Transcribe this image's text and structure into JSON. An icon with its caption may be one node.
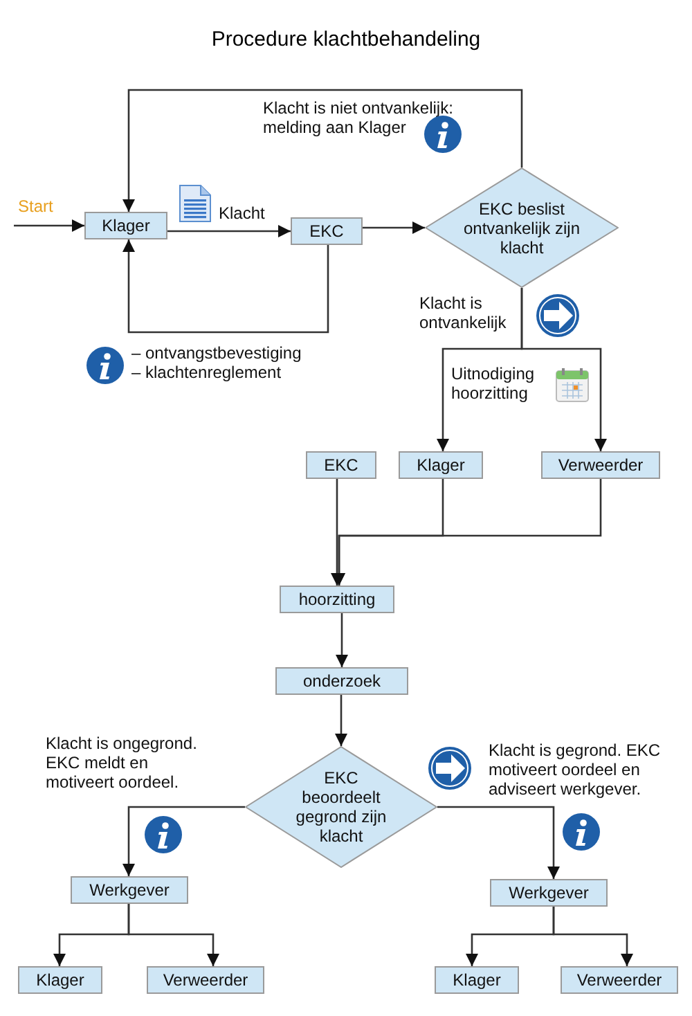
{
  "diagram": {
    "title": "Procedure klachtbehandeling",
    "nodes": [
      {
        "text": [
          "Klager"
        ]
      },
      {
        "text": [
          "EKC"
        ]
      },
      {
        "text": [
          "EKC beslist ontvankelijk zijn klacht"
        ]
      },
      {
        "text": [
          "EKC"
        ]
      },
      {
        "text": [
          "Klager"
        ]
      },
      {
        "text": [
          "Verweerder"
        ]
      },
      {
        "text": [
          "hoorzitting"
        ]
      },
      {
        "text": [
          "onderzoek"
        ]
      },
      {
        "text": [
          "EKC beoordeelt gegrond zijn klacht"
        ]
      },
      {
        "text": [
          "Werkgever"
        ]
      },
      {
        "text": [
          "Werkgever"
        ]
      },
      {
        "text": [
          "Klager"
        ]
      },
      {
        "text": [
          "Verweerder"
        ]
      },
      {
        "text": [
          "Klager"
        ]
      },
      {
        "text": [
          "Verweerder"
        ]
      }
    ],
    "edges": [
      {
        "from": null,
        "to": 0,
        "arrow": "to"
      },
      {
        "from": 0,
        "to": 1,
        "arrow": "to",
        "label": "Klacht"
      },
      {
        "from": 1,
        "to": 0,
        "arrow": "to",
        "label": "– ontvangstbevestiging – klachtenreglement"
      },
      {
        "from": 1,
        "to": 2,
        "arrow": "to"
      },
      {
        "from": 2,
        "to": 0,
        "arrow": "to",
        "label": "Klacht is niet ontvankelijk: melding aan Klager"
      },
      {
        "from": 2,
        "to": 4,
        "arrow": "to"
      },
      {
        "from": 2,
        "to": 5,
        "arrow": "to"
      },
      {
        "from": 3,
        "to": 6,
        "arrow": "to"
      },
      {
        "from": 4,
        "to": 6,
        "arrow": "to"
      },
      {
        "from": 5,
        "to": 6,
        "arrow": "to"
      },
      {
        "from": 6,
        "to": 7,
        "arrow": "to"
      },
      {
        "from": 7,
        "to": 8,
        "arrow": "to"
      },
      {
        "from": 8,
        "to": 9,
        "arrow": "to"
      },
      {
        "from": 8,
        "to": 10,
        "arrow": "to"
      },
      {
        "from": 9,
        "to": 11,
        "arrow": "to"
      },
      {
        "from": 9,
        "to": 12,
        "arrow": "to"
      },
      {
        "from": 10,
        "to": 13,
        "arrow": "to"
      },
      {
        "from": 10,
        "to": 14,
        "arrow": "to"
      }
    ],
    "labels": [
      "Start",
      "Klacht is ontvankelijk",
      "Uitnodiging hoorzitting",
      "Klacht is ongegrond. EKC meldt en motiveert oordeel.",
      "Klacht is gegrond. EKC motiveert oordeel en adviseert werkgever."
    ]
  }
}
